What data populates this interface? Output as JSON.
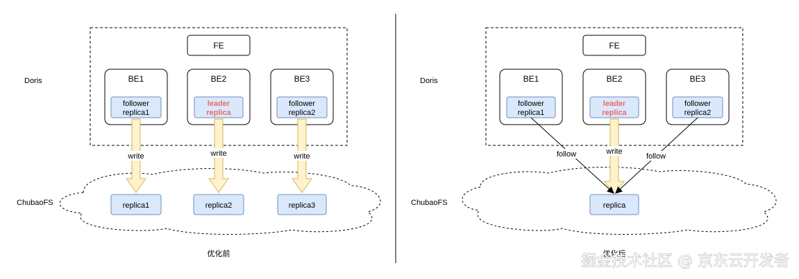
{
  "colors": {
    "replica_fill": "#dae8fc",
    "replica_stroke": "#6c8ebf",
    "arrow_fill": "#fff2cc",
    "arrow_stroke": "#d6b656",
    "leader_text": "#ea6b66",
    "watermark": "#ffffff"
  },
  "before": {
    "cluster_label": "Doris",
    "fe_label": "FE",
    "be": [
      {
        "name": "BE1",
        "replica_line1": "follower",
        "replica_line2": "replica1",
        "leader": false
      },
      {
        "name": "BE2",
        "replica_line1": "leader",
        "replica_line2": "replica",
        "leader": true
      },
      {
        "name": "BE3",
        "replica_line1": "follower",
        "replica_line2": "replica2",
        "leader": false
      }
    ],
    "arrow_label": "write",
    "fs_label": "ChubaoFS",
    "fs_replicas": [
      "replica1",
      "replica2",
      "replica3"
    ],
    "caption": "优化前"
  },
  "after": {
    "cluster_label": "Doris",
    "fe_label": "FE",
    "be": [
      {
        "name": "BE1",
        "replica_line1": "follower",
        "replica_line2": "replica1",
        "leader": false
      },
      {
        "name": "BE2",
        "replica_line1": "leader",
        "replica_line2": "replica",
        "leader": true
      },
      {
        "name": "BE3",
        "replica_line1": "follower",
        "replica_line2": "replica2",
        "leader": false
      }
    ],
    "write_label": "write",
    "follow_label_left": "follow",
    "follow_label_right": "follow",
    "fs_label": "ChubaoFS",
    "fs_replica": "replica",
    "caption": "优化后"
  },
  "watermark": "掘金技术社区 @ 京东云开发者"
}
